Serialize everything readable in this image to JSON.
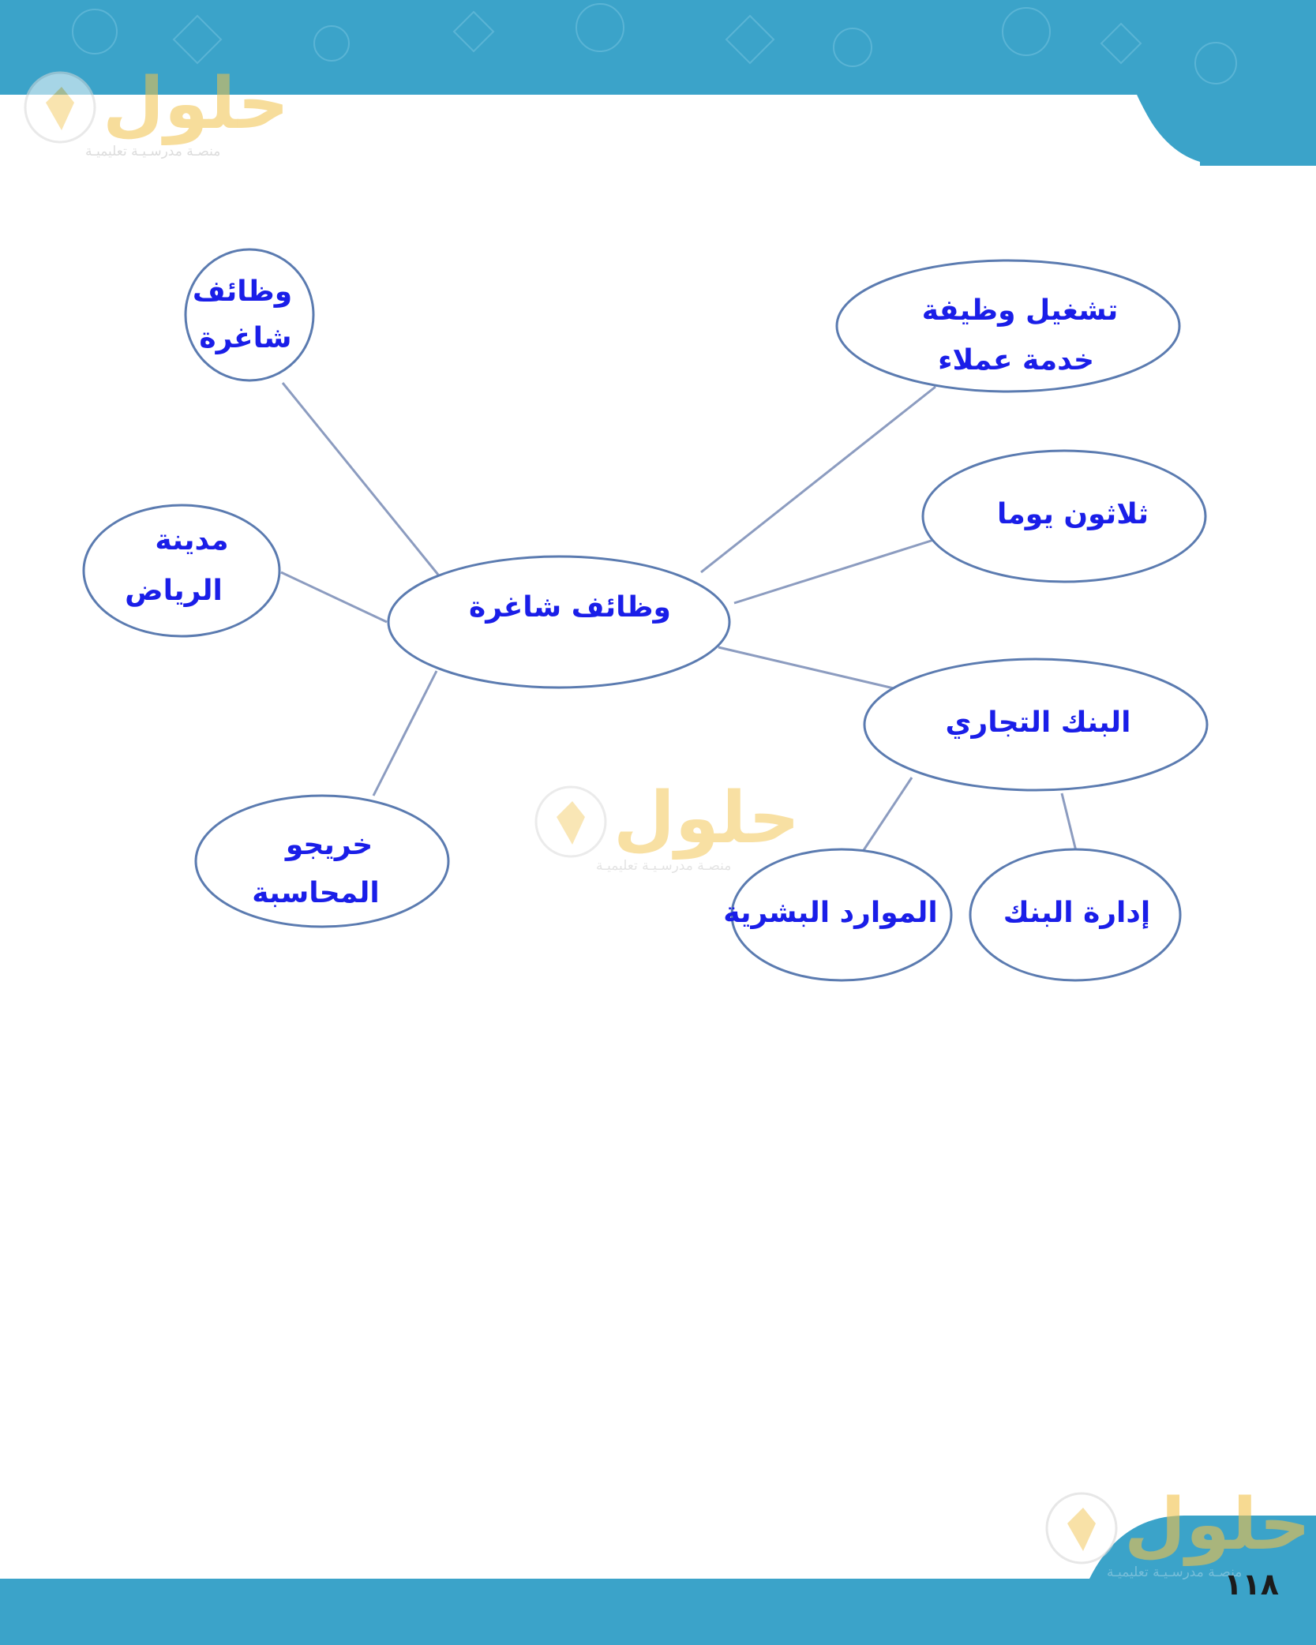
{
  "watermark": {
    "brand": "حلول",
    "tagline": "منصـة مدرسـيـة تعليميـة"
  },
  "diagram": {
    "center": {
      "label": "وظائف شاغرة"
    },
    "nodes": [
      {
        "id": "vacant-jobs",
        "lines": [
          "وظائف",
          "شاغرة"
        ]
      },
      {
        "id": "riyadh",
        "lines": [
          "مدينة",
          "الرياض"
        ]
      },
      {
        "id": "accounting-grads",
        "lines": [
          "خريجو",
          "المحاسبة"
        ]
      },
      {
        "id": "customer-service",
        "lines": [
          "تشغيل وظيفة",
          "خدمة عملاء"
        ]
      },
      {
        "id": "thirty-days",
        "lines": [
          "ثلاثون يوما"
        ]
      },
      {
        "id": "commercial-bank",
        "lines": [
          "البنك التجاري"
        ]
      },
      {
        "id": "human-resources",
        "lines": [
          "الموارد البشرية"
        ]
      },
      {
        "id": "bank-management",
        "lines": [
          "إدارة البنك"
        ]
      }
    ]
  },
  "colors": {
    "header": "#3ba3c9",
    "node_stroke": "#5b7bb0",
    "line": "#8c9cc0",
    "text": "#1a1ee8",
    "logo": "#f2c24a"
  },
  "page_number": "١١٨"
}
